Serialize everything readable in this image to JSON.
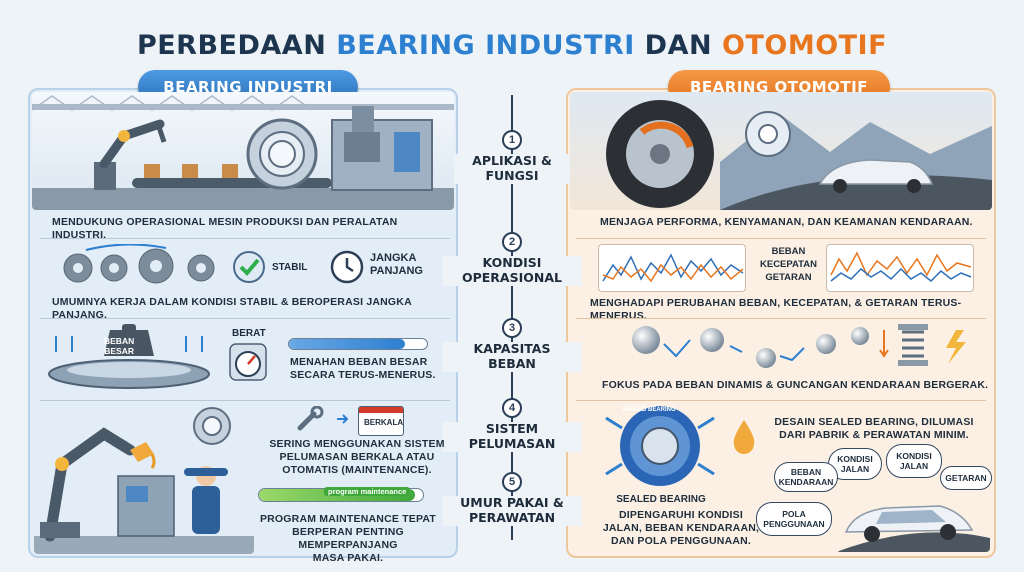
{
  "title": {
    "part1": "PERBEDAAN ",
    "part2": "BEARING INDUSTRI",
    "part3": " DAN ",
    "part4": "OTOMOTIF"
  },
  "left_header": "BEARING INDUSTRI",
  "right_header": "BEARING OTOMOTIF",
  "steps": [
    {
      "num": "1",
      "label": "APLIKASI &\nFUNGSI"
    },
    {
      "num": "2",
      "label": "KONDISI\nOPERASIONAL"
    },
    {
      "num": "3",
      "label": "KAPASITAS\nBEBAN"
    },
    {
      "num": "4",
      "label": "SISTEM\nPELUMASAN"
    },
    {
      "num": "5",
      "label": "UMUR PAKAI &\nPERAWATAN"
    }
  ],
  "left": {
    "r1": "MENDUKUNG OPERASIONAL MESIN PRODUKSI DAN PERALATAN INDUSTRI.",
    "r2_stabil": "STABIL",
    "r2_jangka": "JANGKA\nPANJANG",
    "r2": "UMUMNYA KERJA DALAM KONDISI STABIL & BEROPERASI JANGKA PANJANG.",
    "r3_weight": "BEBAN\nBESAR",
    "r3_berat": "BERAT",
    "r3": "MENAHAN BEBAN BESAR\nSECARA TERUS-MENERUS.",
    "r4_calendar": "BERKALA",
    "r4": "SERING MENGGUNAKAN SISTEM\nPELUMASAN BERKALA ATAU\nOTOMATIS (MAINTENANCE).",
    "r5_bar": "program maintenance",
    "r5": "PROGRAM MAINTENANCE TEPAT\nBERPERAN PENTING MEMPERPANJANG\nMASA PAKAI."
  },
  "right": {
    "r1": "MENJAGA PERFORMA, KENYAMANAN, DAN KEAMANAN KENDARAAN.",
    "r2_labels": "BEBAN\nKECEPATAN\nGETARAN",
    "r2": "MENGHADAPI PERUBAHAN BEBAN, KECEPATAN, & GETARAN TERUS-MENERUS.",
    "r3": "FOKUS PADA BEBAN DINAMIS & GUNCANGAN KENDARAAN BERGERAK.",
    "r4_ring": "SEALED BEARING",
    "r4": "DESAIN SEALED BEARING, DILUMASI\nDARI PABRIK & PERAWATAN MINIM.",
    "r5_title": "SEALED BEARING",
    "r5": "DIPENGARUHI KONDISI\nJALAN, BEBAN KENDARAAN,\nDAN POLA PENGGUNAAN.",
    "bubbles": [
      "KONDISI\nJALAN",
      "KONDISI\nJALAN",
      "BEBAN\nKENDARAAN",
      "GETARAN",
      "POLA\nPENGGUNAAN"
    ]
  },
  "colors": {
    "blue": "#2d7fd0",
    "orange": "#e8761e",
    "navy": "#1e3550"
  }
}
